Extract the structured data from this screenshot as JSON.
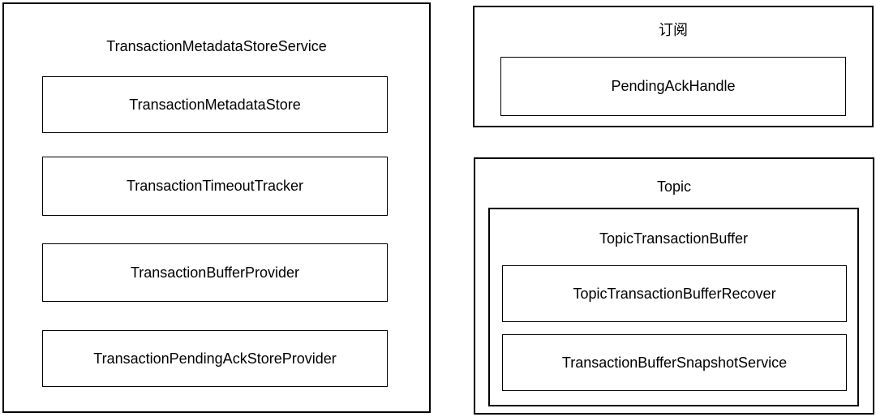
{
  "diagram": {
    "background_color": "#ffffff",
    "line_color": "#000000",
    "text_color": "#000000",
    "metadata_service_group": {
      "title": "TransactionMetadataStoreService",
      "children": [
        "TransactionMetadataStore",
        "TransactionTimeoutTracker",
        "TransactionBufferProvider",
        "TransactionPendingAckStoreProvider"
      ]
    },
    "subscription_group": {
      "title": "订阅",
      "children": [
        "PendingAckHandle"
      ]
    },
    "topic_group": {
      "title": "Topic",
      "transaction_buffer_group": {
        "title": "TopicTransactionBuffer",
        "children": [
          "TopicTransactionBufferRecover",
          "TransactionBufferSnapshotService"
        ]
      }
    }
  }
}
